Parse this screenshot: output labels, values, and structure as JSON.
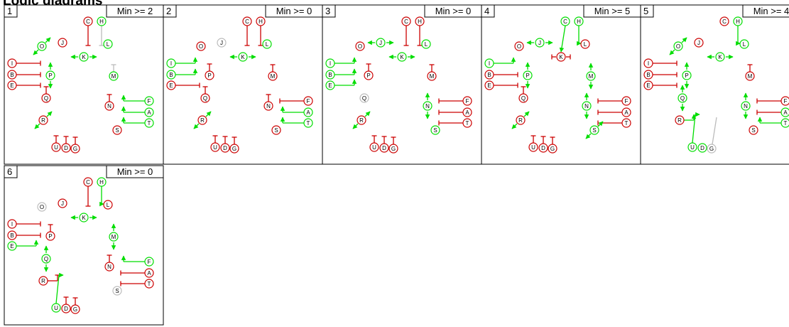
{
  "title": "Logic diagrams",
  "node_labels": {
    "C": "C",
    "H": "H",
    "J": "J",
    "L": "L",
    "O": "O",
    "K": "K",
    "I": "I",
    "B": "B",
    "E": "E",
    "P": "P",
    "M": "M",
    "Q": "Q",
    "F": "F",
    "N": "N",
    "A": "A",
    "R": "R",
    "T": "T",
    "S": "S",
    "U": "U",
    "D": "D",
    "G": "G"
  },
  "colors": {
    "active": "#00dd00",
    "inhibit": "#cc0000",
    "inactive": "#bbbbbb"
  },
  "panels": [
    {
      "index": "1",
      "threshold": "Min >= 2",
      "nodes": {
        "C": "r",
        "H": "g",
        "J": "r",
        "L": "g",
        "O": "g",
        "K": "g",
        "I": "r",
        "B": "r",
        "E": "r",
        "P": "g",
        "M": "g",
        "Q": "r",
        "F": "g",
        "N": "r",
        "A": "g",
        "R": "r",
        "T": "g",
        "S": "r",
        "U": "r",
        "D": "r",
        "G": "r"
      },
      "edges": [
        {
          "f": "C",
          "t": "C_dn",
          "k": "inh",
          "c": "r"
        },
        {
          "f": "H",
          "t": "L",
          "k": "inh",
          "c": "x"
        },
        {
          "f": "J",
          "t": "J",
          "k": "none",
          "c": "r"
        },
        {
          "f": "O",
          "t": "O",
          "k": "act2",
          "c": "g"
        },
        {
          "f": "K",
          "t": "K",
          "k": "dbl",
          "c": "g"
        },
        {
          "f": "I",
          "t": "I",
          "k": "inhR",
          "c": "r"
        },
        {
          "f": "B",
          "t": "B",
          "k": "inhR",
          "c": "r"
        },
        {
          "f": "E",
          "t": "E",
          "k": "inhR",
          "c": "r"
        },
        {
          "f": "P",
          "t": "P",
          "k": "vdbl",
          "c": "g"
        },
        {
          "f": "M",
          "t": "M",
          "k": "inhUp",
          "c": "x"
        },
        {
          "f": "Q",
          "t": "Q",
          "k": "inhUp",
          "c": "r"
        },
        {
          "f": "F",
          "t": "F",
          "k": "actL",
          "c": "g"
        },
        {
          "f": "N",
          "t": "N",
          "k": "inhUp",
          "c": "r"
        },
        {
          "f": "A",
          "t": "A",
          "k": "actL",
          "c": "g"
        },
        {
          "f": "R",
          "t": "R",
          "k": "act2",
          "c": "g"
        },
        {
          "f": "T",
          "t": "T",
          "k": "actL",
          "c": "g"
        },
        {
          "f": "S",
          "t": "S",
          "k": "none",
          "c": "r"
        },
        {
          "f": "U",
          "t": "U",
          "k": "inhUp",
          "c": "r"
        },
        {
          "f": "D",
          "t": "D",
          "k": "inhUp",
          "c": "r"
        },
        {
          "f": "G",
          "t": "G",
          "k": "inhUp",
          "c": "r"
        }
      ]
    },
    {
      "index": "2",
      "threshold": "Min >= 0",
      "nodes": {
        "C": "r",
        "H": "r",
        "J": "x",
        "L": "g",
        "O": "r",
        "K": "g",
        "I": "g",
        "B": "g",
        "E": "r",
        "P": "r",
        "M": "r",
        "Q": "r",
        "F": "r",
        "N": "r",
        "A": "g",
        "R": "r",
        "T": "g",
        "S": "r",
        "U": "r",
        "D": "r",
        "G": "r"
      },
      "edges": [
        {
          "f": "C",
          "t": "C_dn",
          "k": "inh",
          "c": "r"
        },
        {
          "f": "H",
          "t": "L",
          "k": "inh",
          "c": "r"
        },
        {
          "f": "K",
          "t": "K",
          "k": "dbl",
          "c": "g"
        },
        {
          "f": "I",
          "t": "I",
          "k": "actR",
          "c": "g"
        },
        {
          "f": "B",
          "t": "B",
          "k": "actR",
          "c": "g"
        },
        {
          "f": "E",
          "t": "E",
          "k": "inhR",
          "c": "r"
        },
        {
          "f": "P",
          "t": "P",
          "k": "inhUp",
          "c": "r"
        },
        {
          "f": "M",
          "t": "M",
          "k": "inhUp",
          "c": "r"
        },
        {
          "f": "Q",
          "t": "Q",
          "k": "inhUp",
          "c": "r"
        },
        {
          "f": "F",
          "t": "F",
          "k": "inhL",
          "c": "r"
        },
        {
          "f": "N",
          "t": "N",
          "k": "inhUp",
          "c": "r"
        },
        {
          "f": "A",
          "t": "A",
          "k": "actL",
          "c": "g"
        },
        {
          "f": "R",
          "t": "R",
          "k": "act2",
          "c": "g"
        },
        {
          "f": "T",
          "t": "T",
          "k": "actL",
          "c": "g"
        },
        {
          "f": "U",
          "t": "U",
          "k": "inhUp",
          "c": "r"
        },
        {
          "f": "D",
          "t": "D",
          "k": "inhUp",
          "c": "r"
        },
        {
          "f": "G",
          "t": "G",
          "k": "inhUp",
          "c": "r"
        }
      ]
    },
    {
      "index": "3",
      "threshold": "Min >= 0",
      "nodes": {
        "C": "r",
        "H": "r",
        "J": "g",
        "L": "g",
        "O": "r",
        "K": "g",
        "I": "g",
        "B": "g",
        "E": "g",
        "P": "r",
        "M": "r",
        "Q": "x",
        "F": "r",
        "N": "g",
        "A": "r",
        "R": "r",
        "T": "r",
        "S": "g",
        "U": "r",
        "D": "r",
        "G": "r"
      },
      "edges": [
        {
          "f": "C",
          "t": "C_dn",
          "k": "inh",
          "c": "r"
        },
        {
          "f": "H",
          "t": "L",
          "k": "inh",
          "c": "r"
        },
        {
          "f": "J",
          "t": "J",
          "k": "dbl",
          "c": "g"
        },
        {
          "f": "K",
          "t": "K",
          "k": "dbl",
          "c": "g"
        },
        {
          "f": "I",
          "t": "I",
          "k": "actR",
          "c": "g"
        },
        {
          "f": "B",
          "t": "B",
          "k": "actR",
          "c": "g"
        },
        {
          "f": "E",
          "t": "E",
          "k": "actR",
          "c": "g"
        },
        {
          "f": "P",
          "t": "P",
          "k": "inhUp",
          "c": "r"
        },
        {
          "f": "M",
          "t": "M",
          "k": "inhUp",
          "c": "r"
        },
        {
          "f": "F",
          "t": "F",
          "k": "inhL",
          "c": "r"
        },
        {
          "f": "N",
          "t": "N",
          "k": "vdbl",
          "c": "g"
        },
        {
          "f": "A",
          "t": "A",
          "k": "inhL",
          "c": "r"
        },
        {
          "f": "R",
          "t": "R",
          "k": "act2",
          "c": "g"
        },
        {
          "f": "T",
          "t": "T",
          "k": "inhL",
          "c": "r"
        },
        {
          "f": "U",
          "t": "U",
          "k": "inhUp",
          "c": "r"
        },
        {
          "f": "D",
          "t": "D",
          "k": "inhUp",
          "c": "r"
        },
        {
          "f": "G",
          "t": "G",
          "k": "inhUp",
          "c": "r"
        }
      ]
    },
    {
      "index": "4",
      "threshold": "Min >= 5",
      "nodes": {
        "C": "g",
        "H": "g",
        "J": "g",
        "L": "r",
        "O": "r",
        "K": "r",
        "I": "g",
        "B": "r",
        "E": "r",
        "P": "g",
        "M": "g",
        "Q": "r",
        "F": "r",
        "N": "g",
        "A": "r",
        "R": "r",
        "T": "r",
        "S": "g",
        "U": "r",
        "D": "r",
        "G": "r"
      },
      "edges": [
        {
          "f": "C",
          "t": "K",
          "k": "actK",
          "c": "g"
        },
        {
          "f": "H",
          "t": "L",
          "k": "act",
          "c": "g"
        },
        {
          "f": "J",
          "t": "J",
          "k": "dbl",
          "c": "g"
        },
        {
          "f": "K",
          "t": "K",
          "k": "inhDbl",
          "c": "r"
        },
        {
          "f": "I",
          "t": "I",
          "k": "actR",
          "c": "g"
        },
        {
          "f": "B",
          "t": "B",
          "k": "inhR",
          "c": "r"
        },
        {
          "f": "E",
          "t": "E",
          "k": "inhR",
          "c": "r"
        },
        {
          "f": "P",
          "t": "P",
          "k": "vdbl",
          "c": "g"
        },
        {
          "f": "M",
          "t": "M",
          "k": "vdbl",
          "c": "g"
        },
        {
          "f": "Q",
          "t": "Q",
          "k": "inhUp",
          "c": "r"
        },
        {
          "f": "F",
          "t": "F",
          "k": "inhL",
          "c": "r"
        },
        {
          "f": "N",
          "t": "N",
          "k": "vdbl",
          "c": "g"
        },
        {
          "f": "A",
          "t": "A",
          "k": "inhL",
          "c": "r"
        },
        {
          "f": "R",
          "t": "R",
          "k": "act2",
          "c": "g"
        },
        {
          "f": "T",
          "t": "T",
          "k": "inhL",
          "c": "r"
        },
        {
          "f": "S",
          "t": "S",
          "k": "act2",
          "c": "g"
        },
        {
          "f": "U",
          "t": "U",
          "k": "inhUp",
          "c": "r"
        },
        {
          "f": "D",
          "t": "D",
          "k": "inhUp",
          "c": "r"
        },
        {
          "f": "G",
          "t": "G",
          "k": "inhUp",
          "c": "r"
        }
      ]
    },
    {
      "index": "5",
      "threshold": "Min >= 4",
      "nodes": {
        "C": "r",
        "H": "g",
        "J": "r",
        "L": "g",
        "O": "g",
        "K": "g",
        "I": "r",
        "B": "r",
        "E": "r",
        "P": "g",
        "M": "r",
        "Q": "g",
        "F": "r",
        "N": "g",
        "A": "g",
        "R": "r",
        "T": "g",
        "S": "r",
        "U": "g",
        "D": "g",
        "G": "x"
      },
      "edges": [
        {
          "f": "C",
          "t": "C",
          "k": "none",
          "c": "r"
        },
        {
          "f": "H",
          "t": "L",
          "k": "act",
          "c": "g"
        },
        {
          "f": "O",
          "t": "O",
          "k": "act2",
          "c": "g"
        },
        {
          "f": "K",
          "t": "K",
          "k": "dbl",
          "c": "g"
        },
        {
          "f": "I",
          "t": "I",
          "k": "inhR",
          "c": "r"
        },
        {
          "f": "B",
          "t": "B",
          "k": "inhR",
          "c": "r"
        },
        {
          "f": "E",
          "t": "E",
          "k": "inhR",
          "c": "r"
        },
        {
          "f": "P",
          "t": "P",
          "k": "vdbl",
          "c": "g"
        },
        {
          "f": "M",
          "t": "M",
          "k": "inhUp",
          "c": "r"
        },
        {
          "f": "Q",
          "t": "Q",
          "k": "vdbl",
          "c": "g"
        },
        {
          "f": "F",
          "t": "F",
          "k": "inhL",
          "c": "r"
        },
        {
          "f": "N",
          "t": "N",
          "k": "vdbl",
          "c": "g"
        },
        {
          "f": "A",
          "t": "A",
          "k": "inhL",
          "c": "r"
        },
        {
          "f": "R",
          "t": "R",
          "k": "actRUp",
          "c": "g"
        },
        {
          "f": "T",
          "t": "T",
          "k": "actL",
          "c": "g"
        },
        {
          "f": "U",
          "t": "U",
          "k": "actUp",
          "c": "g"
        },
        {
          "f": "G",
          "t": "G",
          "k": "grayUp",
          "c": "x"
        }
      ]
    },
    {
      "index": "6",
      "threshold": "Min >= 0",
      "nodes": {
        "C": "r",
        "H": "g",
        "J": "r",
        "L": "r",
        "O": "x",
        "K": "g",
        "I": "r",
        "B": "r",
        "E": "g",
        "P": "r",
        "M": "g",
        "Q": "g",
        "F": "g",
        "N": "r",
        "A": "r",
        "R": "r",
        "T": "r",
        "S": "x",
        "U": "g",
        "D": "r",
        "G": "r"
      },
      "edges": [
        {
          "f": "C",
          "t": "C_dn",
          "k": "inh",
          "c": "r"
        },
        {
          "f": "H",
          "t": "L",
          "k": "act",
          "c": "g"
        },
        {
          "f": "K",
          "t": "K",
          "k": "dbl",
          "c": "g"
        },
        {
          "f": "I",
          "t": "I",
          "k": "inhR",
          "c": "r"
        },
        {
          "f": "B",
          "t": "B",
          "k": "inhR",
          "c": "r"
        },
        {
          "f": "E",
          "t": "E",
          "k": "actR",
          "c": "g"
        },
        {
          "f": "P",
          "t": "P",
          "k": "inhUp",
          "c": "r"
        },
        {
          "f": "M",
          "t": "M",
          "k": "vdbl",
          "c": "g"
        },
        {
          "f": "Q",
          "t": "Q",
          "k": "vdbl",
          "c": "g"
        },
        {
          "f": "F",
          "t": "F",
          "k": "actL",
          "c": "g"
        },
        {
          "f": "N",
          "t": "N",
          "k": "inhUp",
          "c": "r"
        },
        {
          "f": "A",
          "t": "A",
          "k": "inhL",
          "c": "r"
        },
        {
          "f": "T",
          "t": "T",
          "k": "inhL",
          "c": "r"
        },
        {
          "f": "R",
          "t": "R",
          "k": "inhRUp",
          "c": "r"
        },
        {
          "f": "U",
          "t": "U",
          "k": "actUp",
          "c": "g"
        },
        {
          "f": "D",
          "t": "D",
          "k": "inhUp",
          "c": "r"
        },
        {
          "f": "G",
          "t": "G",
          "k": "inhUp",
          "c": "r"
        }
      ]
    }
  ]
}
